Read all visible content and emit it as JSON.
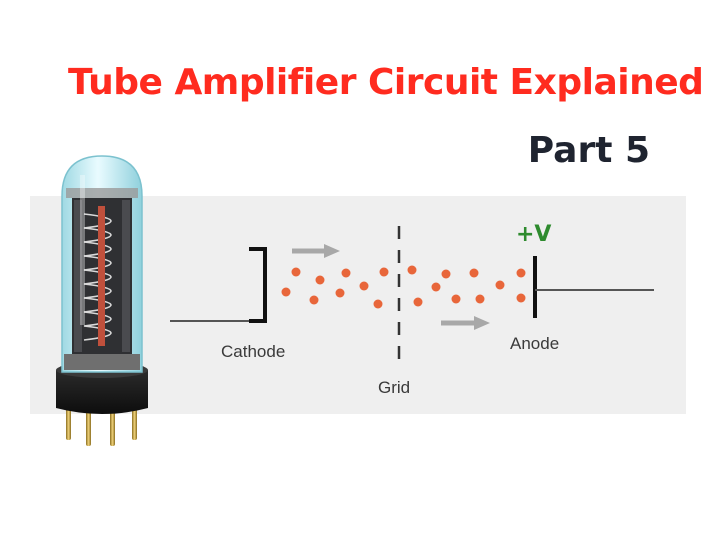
{
  "header": {
    "title": "Tube Amplifier Circuit Explained",
    "subtitle": "Part 5"
  },
  "diagram": {
    "labels": {
      "cathode": "Cathode",
      "grid": "Grid",
      "anode": "Anode",
      "anode_voltage": "+V"
    },
    "colors": {
      "title": "#ff2b1f",
      "subtitle": "#1f2430",
      "electron": "#e8663a",
      "arrow": "#a8a8a8",
      "voltage": "#2e8b2e",
      "panel": "#efefef",
      "tube_glass": "#b7e6ee",
      "tube_base": "#1c1c1c",
      "pins": "#c9a640"
    },
    "icons": {
      "tube": "vacuum-tube-icon",
      "arrow": "arrow-right-icon"
    }
  }
}
